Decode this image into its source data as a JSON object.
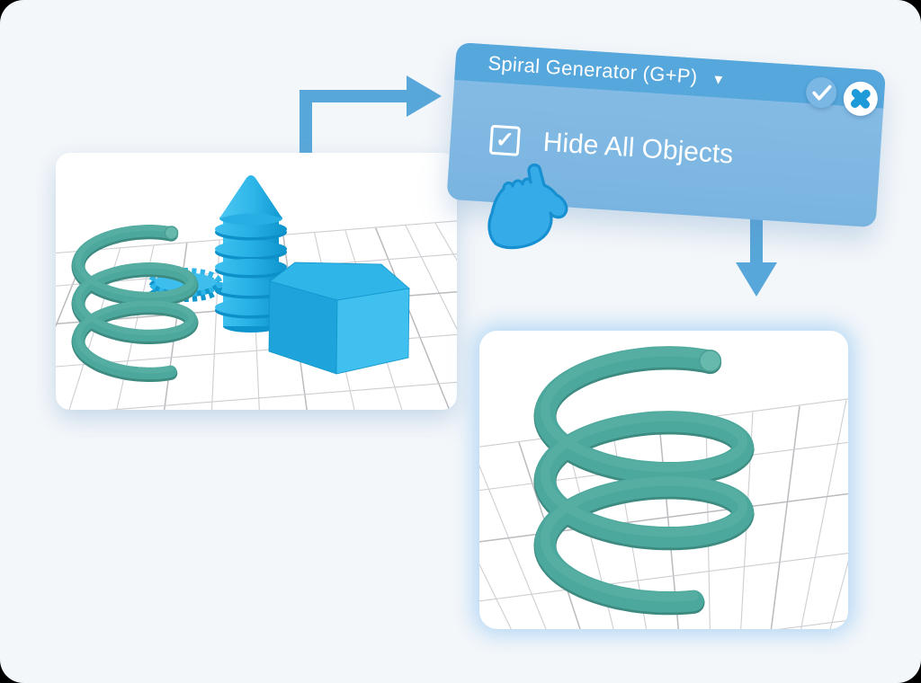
{
  "dialog": {
    "title": "Spiral Generator (G+P)",
    "dropdown_icon": "▼",
    "confirm_button": {
      "icon": "check"
    },
    "close_button": {
      "icon": "x"
    },
    "checkbox": {
      "label": "Hide All Objects",
      "checked": true,
      "checkmark": "✓"
    }
  },
  "scenes": {
    "before": {
      "objects_depicted": [
        "teal coil spring",
        "cyan gear",
        "cyan screw tower",
        "cyan pentagon box"
      ]
    },
    "after": {
      "objects_depicted": [
        "teal coil spring"
      ]
    }
  },
  "cursor": {
    "type": "pointing-hand"
  },
  "colors": {
    "background": "#f4f7fa",
    "dialog_header": "#56a7dc",
    "dialog_body": "#82bae3",
    "arrow": "#58a7da",
    "hand_cursor": "#35abe7",
    "object_cyan": "#29b2e6",
    "object_teal": "#4ca79c"
  }
}
